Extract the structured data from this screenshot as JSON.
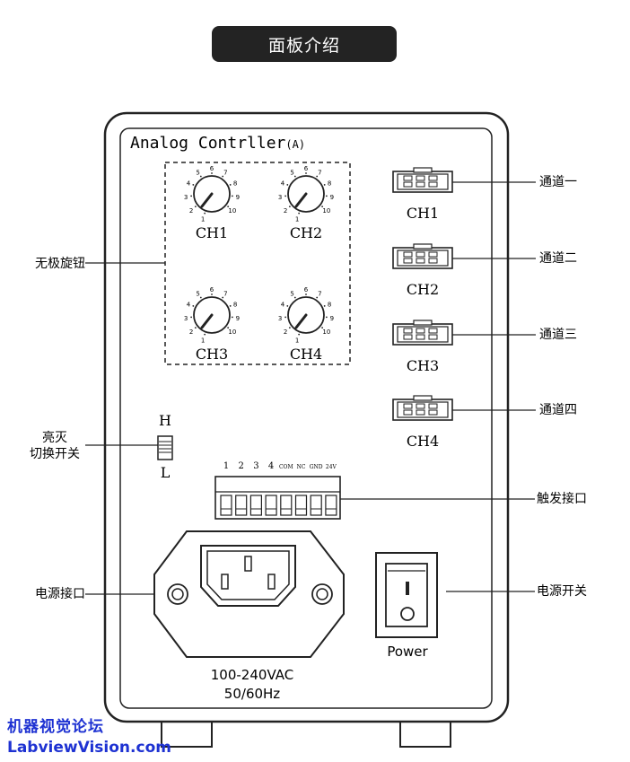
{
  "title": "面板介绍",
  "device_label": "Analog Contrller",
  "device_label_suffix": "(A)",
  "knobs": [
    {
      "label": "CH1",
      "ticks": [
        "1",
        "2",
        "3",
        "4",
        "5",
        "6",
        "7",
        "8",
        "9",
        "10"
      ]
    },
    {
      "label": "CH2",
      "ticks": [
        "1",
        "2",
        "3",
        "4",
        "5",
        "6",
        "7",
        "8",
        "9",
        "10"
      ]
    },
    {
      "label": "CH3",
      "ticks": [
        "1",
        "2",
        "3",
        "4",
        "5",
        "6",
        "7",
        "8",
        "9",
        "10"
      ]
    },
    {
      "label": "CH4",
      "ticks": [
        "1",
        "2",
        "3",
        "4",
        "5",
        "6",
        "7",
        "8",
        "9",
        "10"
      ]
    }
  ],
  "connectors": [
    {
      "label": "CH1",
      "callout": "通道一"
    },
    {
      "label": "CH2",
      "callout": "通道二"
    },
    {
      "label": "CH3",
      "callout": "通道三"
    },
    {
      "label": "CH4",
      "callout": "通道四"
    }
  ],
  "toggle": {
    "high": "H",
    "low": "L"
  },
  "terminal_labels": [
    "1",
    "2",
    "3",
    "4",
    "COM",
    "NC",
    "GND",
    "24V"
  ],
  "callouts": {
    "knobs": "无极旋钮",
    "toggle_line1": "亮灭",
    "toggle_line2": "切换开关",
    "trigger": "触发接口",
    "power_socket": "电源接口",
    "power_switch": "电源开关"
  },
  "power_label": "Power",
  "voltage_line1": "100-240VAC",
  "voltage_line2": "50/60Hz",
  "watermark_line1": "机器视觉论坛",
  "watermark_line2": "LabviewVision.com"
}
